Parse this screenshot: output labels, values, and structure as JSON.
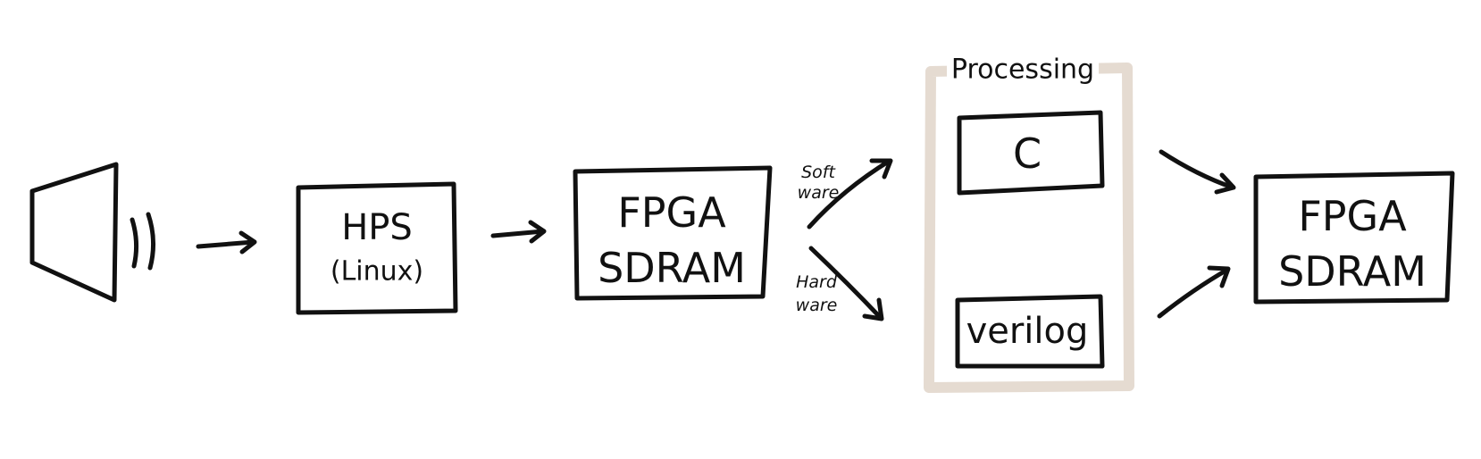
{
  "nodes": {
    "hps": {
      "line1": "HPS",
      "line2": "(Linux)"
    },
    "fpga_sdram_in": {
      "line1": "FPGA",
      "line2": "SDRAM"
    },
    "processing": {
      "title": "Processing",
      "c_label": "C",
      "verilog_label": "verilog"
    },
    "fpga_sdram_out": {
      "line1": "FPGA",
      "line2": "SDRAM"
    }
  },
  "edges": {
    "software": {
      "line1": "Soft",
      "line2": "ware"
    },
    "hardware": {
      "line1": "Hard",
      "line2": "ware"
    }
  },
  "colors": {
    "ink": "#111111",
    "processing_frame": "#e5dbd1",
    "background": "#ffffff"
  }
}
